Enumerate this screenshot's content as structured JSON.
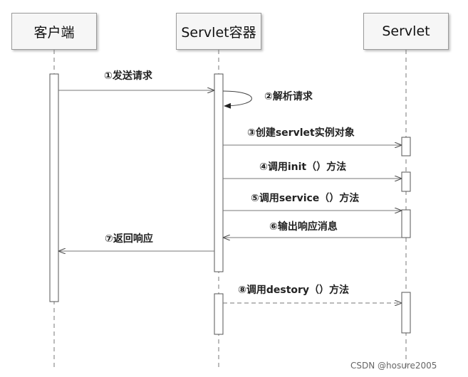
{
  "participants": {
    "client": "客户端",
    "container": "Servlet容器",
    "servlet": "Servlet"
  },
  "messages": [
    "①发送请求",
    "②解析请求",
    "③创建servlet实例对象",
    "④调用init（）方法",
    "⑤调用service（）方法",
    "⑥输出响应消息",
    "⑦返回响应",
    "⑧调用destory（）方法"
  ],
  "watermark": "CSDN @hosure2005"
}
